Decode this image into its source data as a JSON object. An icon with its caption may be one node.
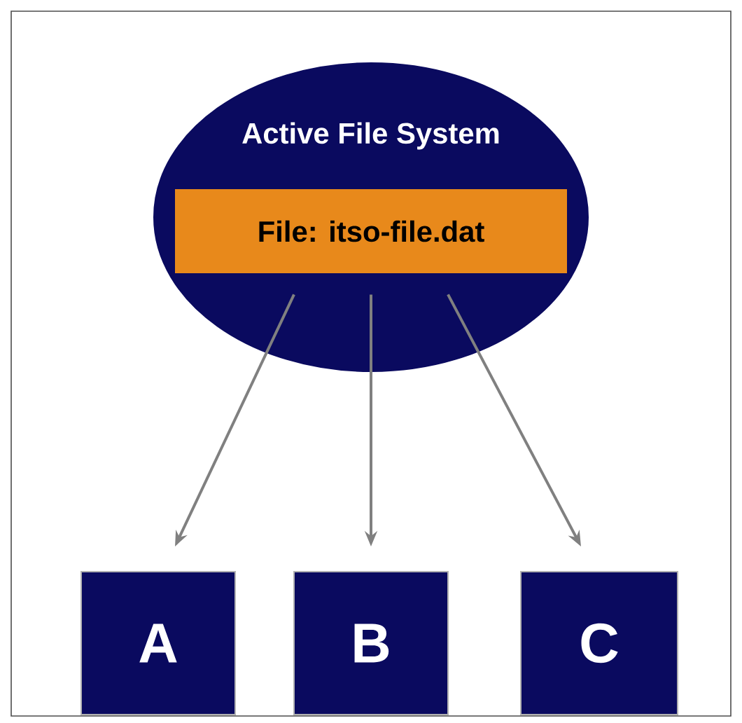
{
  "diagram": {
    "nodes": [
      {
        "text": [
          "Active File System"
        ]
      },
      {
        "text": [
          "File: itso-file.dat"
        ],
        "in": 0
      },
      {
        "text": [
          "A"
        ]
      },
      {
        "text": [
          "B"
        ]
      },
      {
        "text": [
          "C"
        ]
      }
    ],
    "edges": [
      {
        "from": 1,
        "to": 2,
        "arrow": "to"
      },
      {
        "from": 1,
        "to": 3,
        "arrow": "to"
      },
      {
        "from": 1,
        "to": 4,
        "arrow": "to"
      }
    ]
  }
}
